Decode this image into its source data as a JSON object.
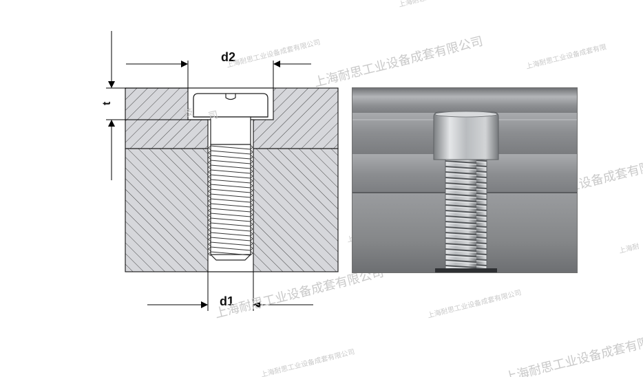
{
  "labels": {
    "d2": "d2",
    "d1": "d1",
    "t": "t"
  },
  "watermark": {
    "company_long": "上海耐思工业设备成套有限公司",
    "company_short": "上海耐思工业设备成套有限",
    "fragment_ji": "技",
    "fragment_si": "司",
    "fragment_end": "上海耐"
  },
  "colors": {
    "hatch_fill": "#d6d7db",
    "hatch_line": "#444444",
    "outline": "#222222",
    "photo_bg": "#8d8f92",
    "watermark": "#c9c9c9"
  }
}
